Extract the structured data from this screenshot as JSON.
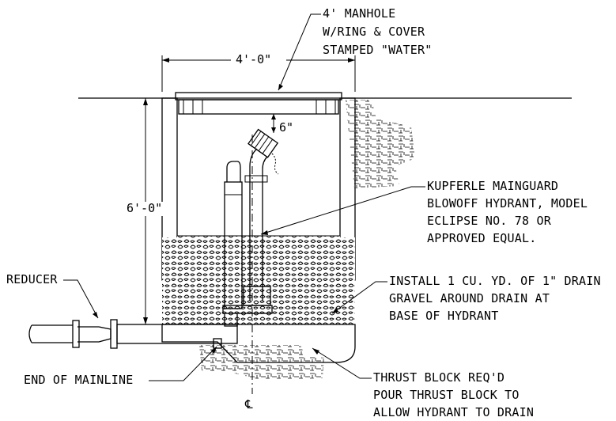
{
  "callouts": {
    "manhole": [
      "4' MANHOLE",
      "W/RING & COVER",
      "STAMPED \"WATER\""
    ],
    "hydrant": [
      "KUPFERLE MAINGUARD",
      "BLOWOFF HYDRANT, MODEL",
      "ECLIPSE NO. 78 OR",
      "APPROVED EQUAL."
    ],
    "gravel": [
      "INSTALL 1 CU. YD. OF 1\" DRAIN",
      "GRAVEL AROUND DRAIN AT",
      "BASE OF HYDRANT"
    ],
    "thrust_block": [
      "THRUST BLOCK REQ'D",
      "POUR THRUST BLOCK TO",
      "ALLOW HYDRANT TO DRAIN"
    ],
    "reducer": "REDUCER",
    "end_of_mainline": "END OF MAINLINE"
  },
  "dimensions": {
    "width": "4'-0\"",
    "depth": "6'-0\"",
    "clearance": "6\""
  },
  "centerline_symbol": "℄"
}
